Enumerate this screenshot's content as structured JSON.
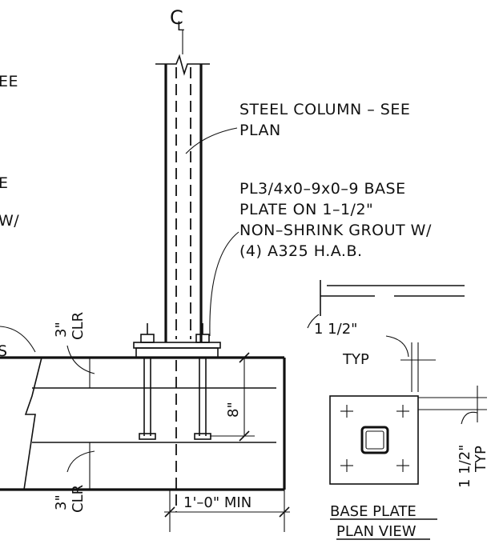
{
  "labels": {
    "centerline": "C",
    "centerline_sub": "L",
    "steel_column_1": "STEEL COLUMN – SEE",
    "steel_column_2": "PLAN",
    "base_plate_1": "PL3/4x0–9x0–9 BASE",
    "base_plate_2": "PLATE ON 1–1/2\"",
    "base_plate_3": "NON–SHRINK GROUT W/",
    "base_plate_4": "(4) A325 H.A.B.",
    "left_frag_1": "EE",
    "left_frag_2": "E",
    "left_frag_3": "W/",
    "left_frag_4": "S",
    "clr_top_value": "3\"",
    "clr_top_label": "CLR",
    "clr_bottom_value": "3\"",
    "clr_bottom_label": "CLR",
    "dim_8": "8\"",
    "dim_min": "1'–0\" MIN",
    "dim_typ_top_value": "1 1/2\"",
    "dim_typ_top_label": "TYP",
    "dim_typ_right_value": "1 1/2\"",
    "dim_typ_right_label": "TYP",
    "plan_view_title_1": "BASE PLATE",
    "plan_view_title_2": "PLAN VIEW"
  }
}
